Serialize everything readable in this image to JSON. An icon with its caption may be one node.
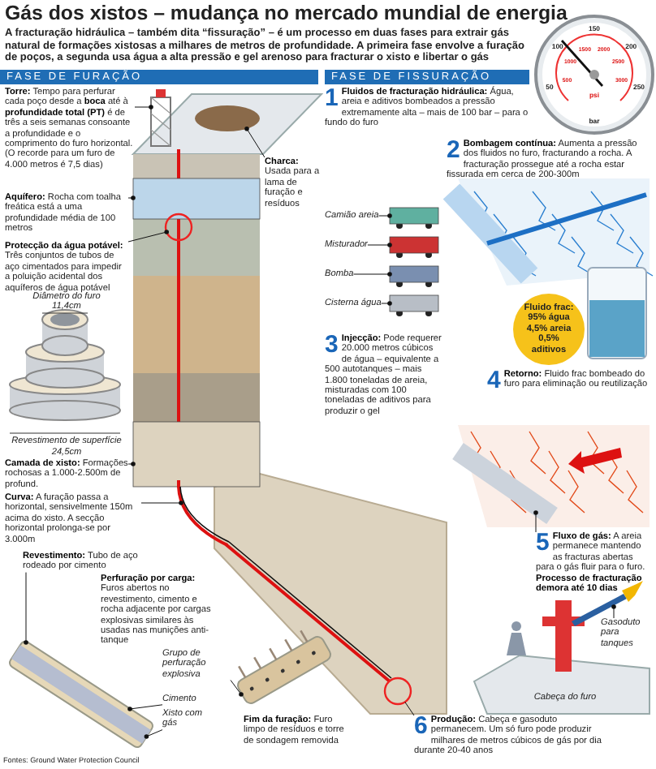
{
  "diagram": {
    "title": "Gás dos xistos – mudança no mercado mundial de energia",
    "nodes": [
      {
        "text": [
          "**Torre:** Tempo para perfurar cada poço desde a **boca** até à **profundidade total (PT)** é de três a seis semanas consoante a profundidade e o comprimento do furo horizontal. (O recorde para um furo de 4.000 metros é 7,5 dias)"
        ]
      },
      {
        "text": [
          "**Charca:** Usada para a lama de furação e resíduos"
        ]
      },
      {
        "text": [
          "**Aquífero:** Rocha com toalha freática está a uma profundidade média de 100 metros"
        ]
      },
      {
        "text": [
          "**Protecção da água potável:** Três conjuntos de tubos de aço cimentados para impedir a poluição acidental dos aquíferos de água potável"
        ]
      },
      {
        "text": [
          "**Camada de xisto:** Formações rochosas a 1.000-2.500m de profund."
        ]
      },
      {
        "text": [
          "**Curva:** A furação passa a horizontal, sensivelmente 150m acima do xisto. A secção horizontal prolonga-se por 3.000m"
        ]
      },
      {
        "text": [
          "**Revestimento:** Tubo de aço rodeado por cimento"
        ]
      },
      {
        "text": [
          "**Perfuração por carga:** Furos abertos no revestimento, cimento e rocha adjacente por cargas explosivas similares às usadas nas munições anti-tanque"
        ]
      },
      {
        "text": [
          "Grupo de perfuração explosiva"
        ]
      },
      {
        "text": [
          "Cimento"
        ]
      },
      {
        "text": [
          "Xisto com gás"
        ]
      },
      {
        "text": [
          "**Fim da furação:** Furo limpo de resíduos e torre de sondagem removida"
        ]
      },
      {
        "text": [
          "1",
          "**Fluidos de fracturação hidráulica:** Água, areia e aditivos bombeados a pressão extremamente alta – mais de 100 bar – para o fundo do furo"
        ]
      },
      {
        "text": [
          "2",
          "**Bombagem contínua:** Aumenta a pressão dos fluidos no furo, fracturando a rocha. A fracturação prossegue até a rocha estar fissurada em cerca de 200-300m"
        ]
      },
      {
        "text": [
          "Camião areia"
        ]
      },
      {
        "text": [
          "Misturador"
        ]
      },
      {
        "text": [
          "Bomba"
        ]
      },
      {
        "text": [
          "Cisterna água"
        ]
      },
      {
        "text": [
          "3",
          "**Injecção:** Pode requerer 20.000 metros cúbicos de água – equivalente a 500 autotanques – mais 1.800 toneladas de areia, misturadas com 100 toneladas de aditivos para produzir o gel"
        ]
      },
      {
        "text": [
          "Fluido frac:",
          "95% água 4,5% areia 0,5% aditivos"
        ]
      },
      {
        "text": [
          "4",
          "**Retorno:** Fluido frac bombeado do furo para eliminação ou reutilização"
        ]
      },
      {
        "text": [
          "5",
          "**Fluxo de gás:** A areia permanece mantendo as fracturas abertas para o gás fluir para o furo. **Processo de fracturação demora até 10 dias**"
        ]
      },
      {
        "text": [
          "Gasoduto para tanques"
        ]
      },
      {
        "text": [
          "6",
          "**Produção:** Cabeça e gasoduto permanecem. Um só furo pode produzir milhares de metros cúbicos de gás por dia durante 20-40 anos"
        ]
      },
      {
        "text": [],
        "shape": "picture"
      },
      {
        "text": [],
        "shape": "circle"
      },
      {
        "text": [],
        "shape": "box"
      },
      {
        "text": [],
        "shape": "circle"
      },
      {
        "text": [],
        "shape": "box"
      },
      {
        "text": [],
        "shape": "picture"
      },
      {
        "text": [],
        "shape": "picture"
      },
      {
        "text": [],
        "shape": "picture"
      },
      {
        "text": [],
        "shape": "box"
      },
      {
        "text": [],
        "shape": "box"
      },
      {
        "text": [],
        "shape": "box"
      },
      {
        "text": [],
        "shape": "box"
      },
      {
        "text": [],
        "shape": "picture"
      },
      {
        "text": [],
        "shape": "picture"
      },
      {
        "text": [],
        "shape": "circle"
      }
    ],
    "edges": [
      {
        "from": 0,
        "to": 24,
        "arrow": "other"
      },
      {
        "from": 1,
        "to": 25,
        "arrow": "other"
      },
      {
        "from": 2,
        "to": 26,
        "arrow": "other"
      },
      {
        "from": 3,
        "to": 27,
        "arrow": "other"
      },
      {
        "from": 4,
        "to": 28,
        "arrow": "other"
      },
      {
        "from": 5,
        "to": 29,
        "arrow": "other"
      },
      {
        "from": 6,
        "to": 30,
        "arrow": "other"
      },
      {
        "from": 8,
        "to": 31,
        "arrow": "other"
      },
      {
        "from": 9,
        "to": 30,
        "arrow": "other"
      },
      {
        "from": 10,
        "to": 30,
        "arrow": "other"
      },
      {
        "from": 14,
        "to": 32,
        "arrow": "other"
      },
      {
        "from": 15,
        "to": 33,
        "arrow": "other"
      },
      {
        "from": 16,
        "to": 34,
        "arrow": "other"
      },
      {
        "from": 17,
        "to": 35,
        "arrow": "other"
      },
      {
        "from": 21,
        "to": 36,
        "arrow": "other"
      },
      {
        "from": 22,
        "to": 37,
        "arrow": "other"
      },
      {
        "from": 23,
        "to": 38,
        "arrow": "none"
      }
    ],
    "labels": [
      "A fracturação hidráulica – também dita “fissuração” – é um processo em duas fases para extrair gás natural de formações xistosas a milhares de metros de profundidade. A primeira fase envolve a furação de poços, a segunda usa água a alta pressão e gel arenoso para fracturar o xisto e libertar o gás",
      "FASE DE FURAÇÃO",
      "FASE DE FISSURAÇÃO",
      "50",
      "100",
      "150",
      "200",
      "250",
      "500",
      "1000",
      "1500",
      "2000",
      "2500",
      "3000",
      "psi",
      "bar",
      "Diâmetro do furo",
      "11,4cm",
      "Revestimento de superfície",
      "24,5cm",
      "Cabeça do furo",
      "Fontes: Ground Water Protection Council"
    ]
  }
}
